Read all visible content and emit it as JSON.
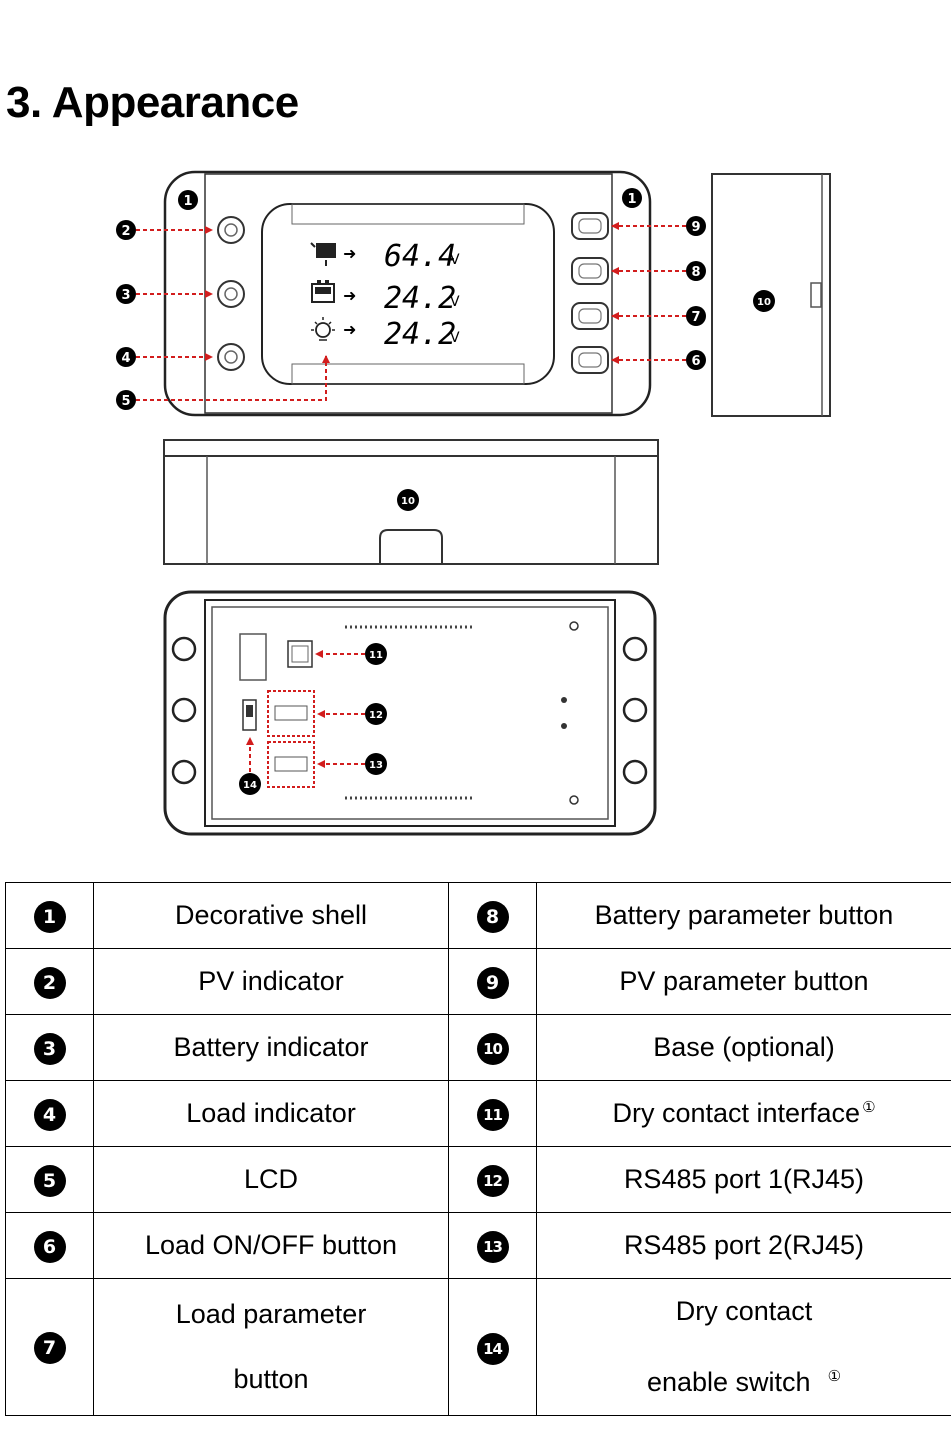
{
  "heading": "3. Appearance",
  "lcd": {
    "pv_value": "64.4",
    "battery_value": "24.2",
    "load_value": "24.2",
    "unit": "V"
  },
  "parts": [
    {
      "num": "1",
      "label": "Decorative shell"
    },
    {
      "num": "2",
      "label": "PV indicator"
    },
    {
      "num": "3",
      "label": "Battery indicator"
    },
    {
      "num": "4",
      "label": "Load indicator"
    },
    {
      "num": "5",
      "label": "LCD"
    },
    {
      "num": "6",
      "label": "Load ON/OFF button"
    },
    {
      "num": "7",
      "label": "Load parameter button",
      "label_line1": "Load parameter",
      "label_line2": "button"
    },
    {
      "num": "8",
      "label": "Battery parameter button"
    },
    {
      "num": "9",
      "label": "PV parameter button"
    },
    {
      "num": "10",
      "label": "Base (optional)"
    },
    {
      "num": "11",
      "label": "Dry contact interface",
      "note": "①"
    },
    {
      "num": "12",
      "label": "RS485 port 1(RJ45)"
    },
    {
      "num": "13",
      "label": "RS485 port 2(RJ45)"
    },
    {
      "num": "14",
      "label": "Dry contact enable switch",
      "label_line1": "Dry contact",
      "label_line2": "enable switch",
      "note": "①"
    }
  ]
}
